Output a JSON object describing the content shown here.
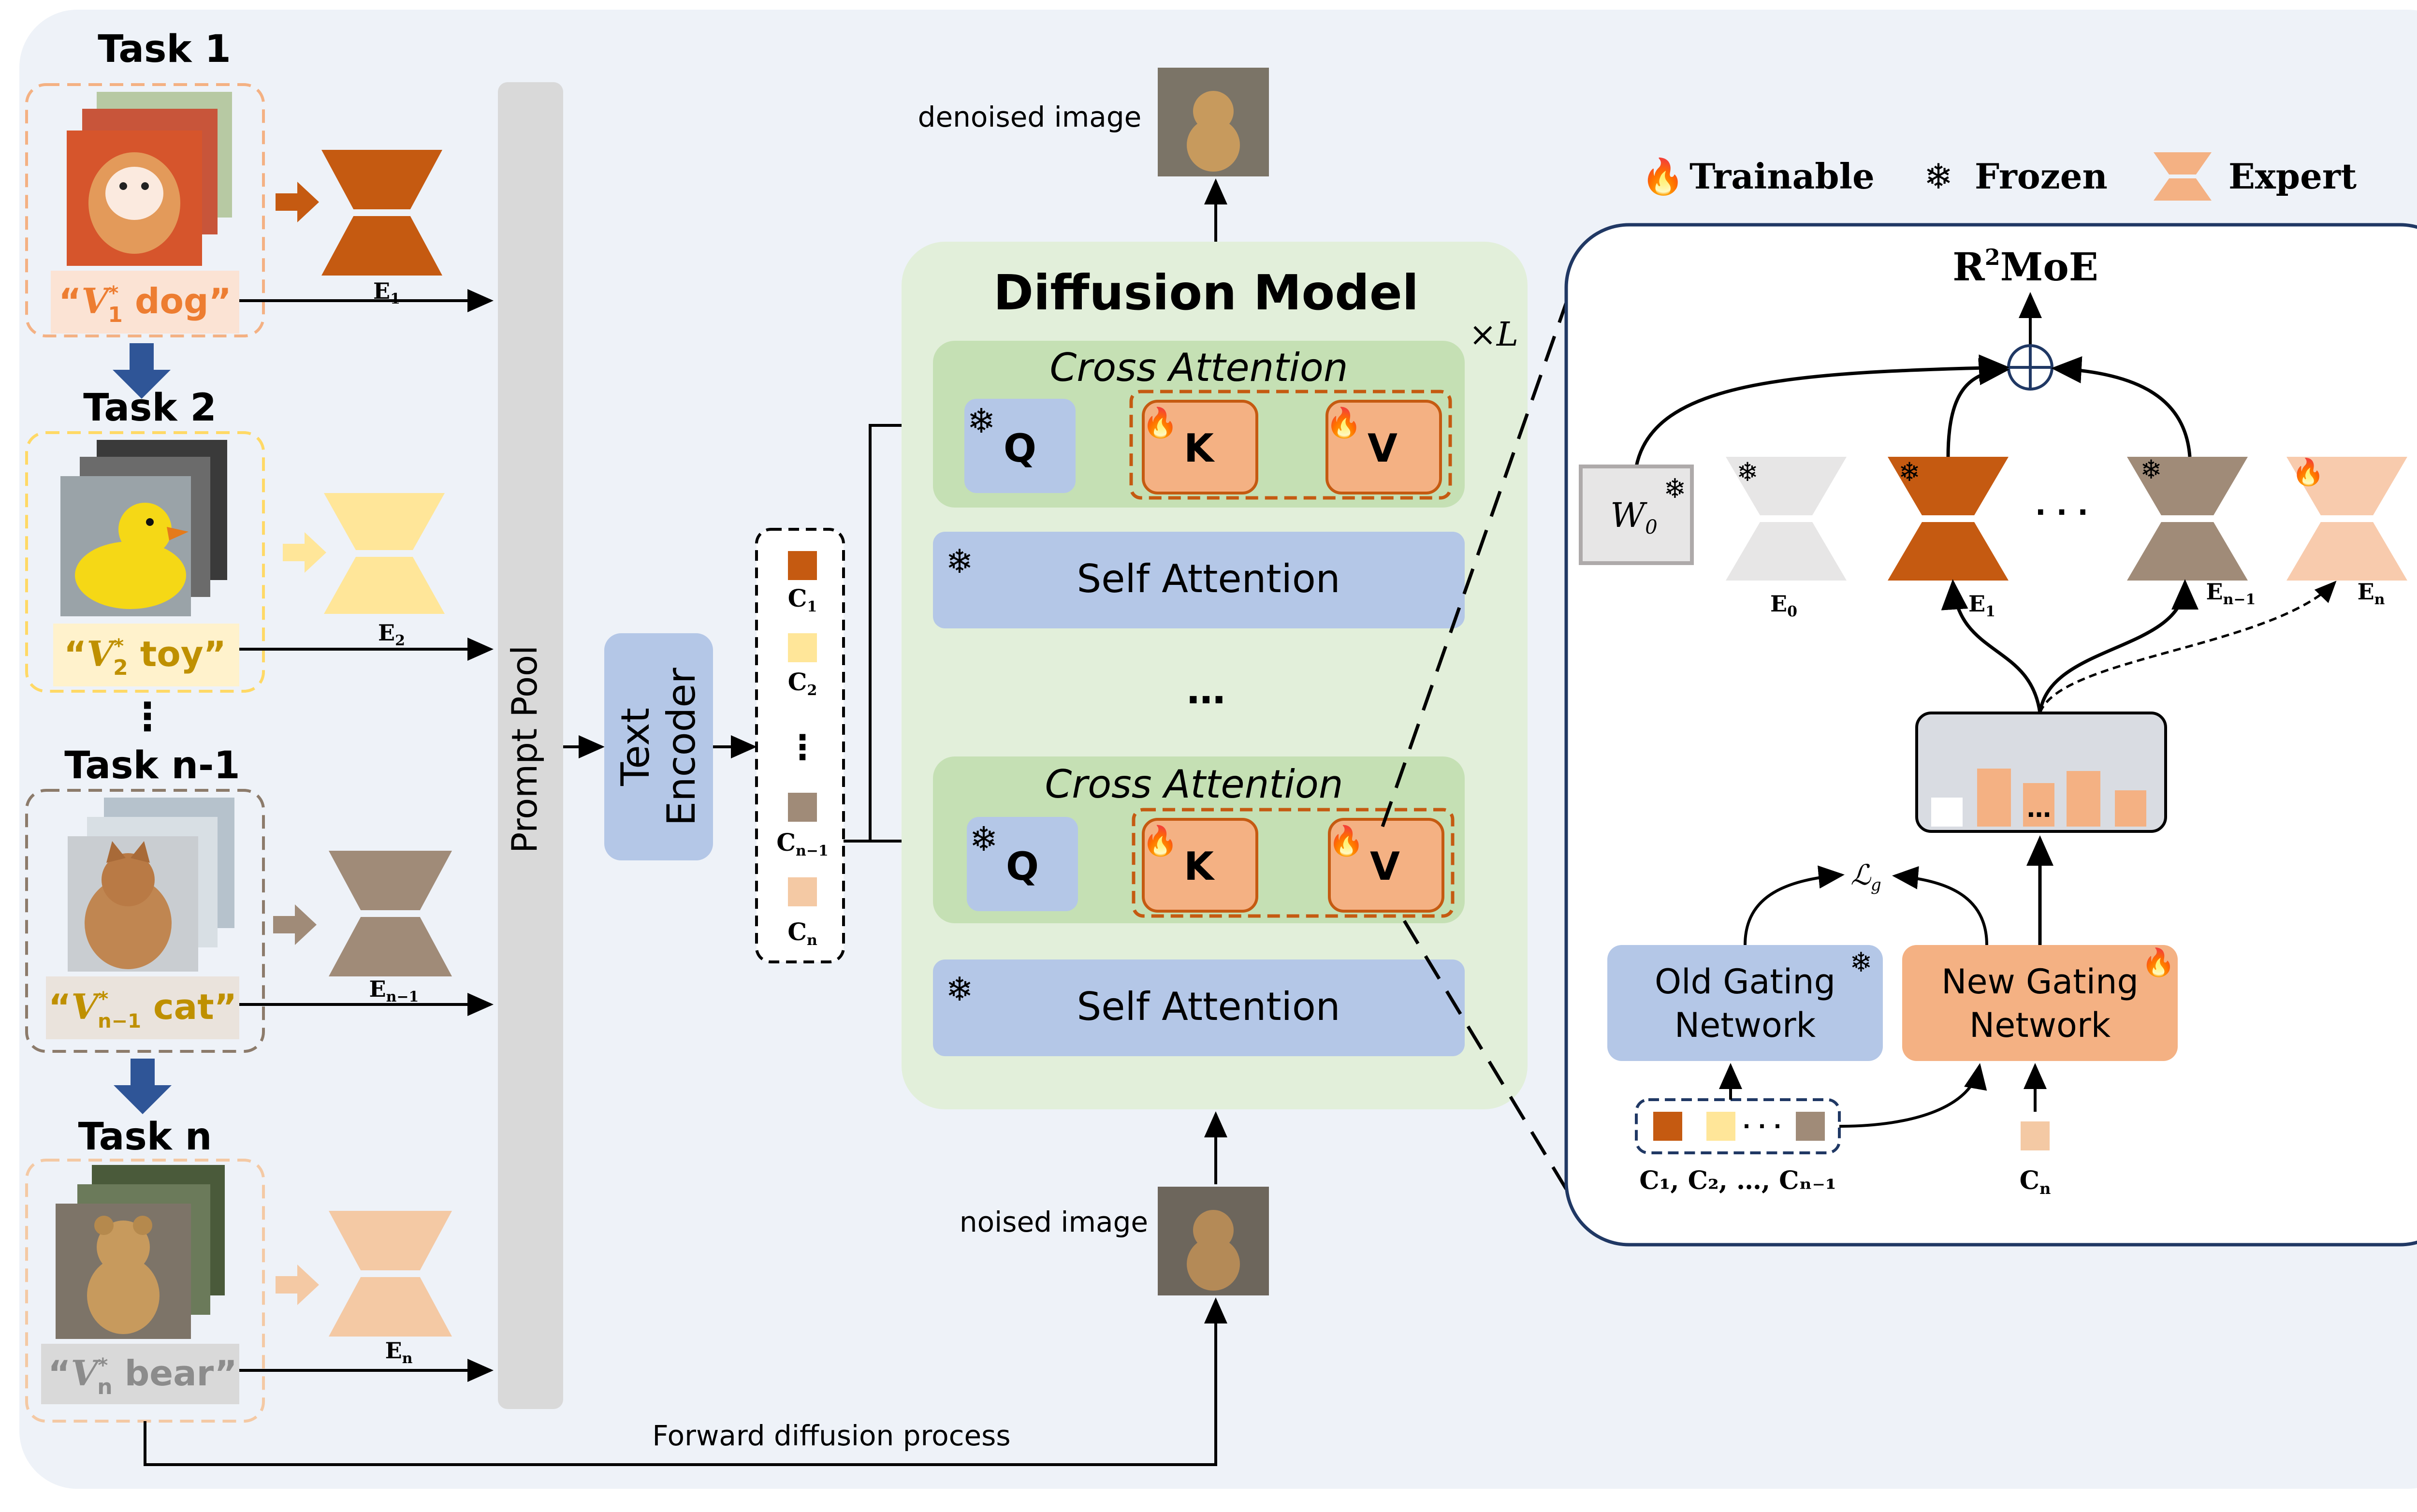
{
  "colors": {
    "background": "#eef2f8",
    "task1_accent": "#c55a11",
    "task2_accent": "#ffe699",
    "taskn1_accent": "#a08b78",
    "taskn_accent": "#f4c9a4",
    "diffusion_bg": "#e2efda",
    "cross_attention_bg": "#c5e0b4",
    "self_attention_bg": "#b4c7e7",
    "trainable_block": "#f4b183",
    "text_encoder": "#b4c7e7",
    "prompt_pool": "#d9d9d9",
    "gate_old": "#b4c7e7",
    "gate_new": "#f4b183"
  },
  "tasks": [
    {
      "title": "Task 1",
      "prompt_prefix": "“",
      "prompt_var": "V",
      "prompt_sub": "1",
      "prompt_sup": "*",
      "prompt_word": " dog”",
      "expert_label": "E",
      "expert_sub": "1",
      "image_icon": "dog-photo-icon"
    },
    {
      "title": "Task 2",
      "prompt_prefix": "“",
      "prompt_var": "V",
      "prompt_sub": "2",
      "prompt_sup": "*",
      "prompt_word": " toy”",
      "expert_label": "E",
      "expert_sub": "2",
      "image_icon": "rubber-duck-photo-icon"
    },
    {
      "title": "Task n-1",
      "prompt_prefix": "“",
      "prompt_var": "V",
      "prompt_sub": "n−1",
      "prompt_sup": "*",
      "prompt_word": " cat”",
      "expert_label": "E",
      "expert_sub": "n−1",
      "image_icon": "cat-photo-icon"
    },
    {
      "title": "Task n",
      "prompt_prefix": "“",
      "prompt_var": "V",
      "prompt_sub": "n",
      "prompt_sup": "*",
      "prompt_word": " bear”",
      "expert_label": "E",
      "expert_sub": "n",
      "image_icon": "teddy-bear-photo-icon"
    }
  ],
  "vertical_dots": "⋮",
  "prompt_pool": "Prompt Pool",
  "text_encoder": {
    "line1": "Text",
    "line2": "Encoder"
  },
  "conditions": [
    {
      "label": "C",
      "sub": "1"
    },
    {
      "label": "C",
      "sub": "2"
    },
    {
      "label": "⋮",
      "sub": ""
    },
    {
      "label": "C",
      "sub": "n−1"
    },
    {
      "label": "C",
      "sub": "n"
    }
  ],
  "denoised_image": "denoised image",
  "noised_image": "noised image",
  "forward_process": "Forward diffusion process",
  "diffusion": {
    "title": "Diffusion Model",
    "repeat": "×L",
    "cross_attention": "Cross Attention",
    "self_attention": "Self Attention",
    "q": "Q",
    "k": "K",
    "v": "V",
    "ellipsis": "…"
  },
  "legend": {
    "trainable": "Trainable",
    "frozen": "Frozen",
    "expert": "Expert",
    "icons": [
      "flame-icon",
      "snowflake-icon",
      "expert-hourglass-icon"
    ]
  },
  "moe": {
    "title_r": "R",
    "title_sup": "2",
    "title_rest": "MoE",
    "w0": "W",
    "w0_sub": "0",
    "e0": "E",
    "e0_sub": "0",
    "e1": "E",
    "e1_sub": "1",
    "en1": "E",
    "en1_sub": "n−1",
    "en": "E",
    "en_sub": "n",
    "dots": "· · ·",
    "bar_dots": "…",
    "loss": "ℒ",
    "loss_sub": "g",
    "old_gate_line1": "Old Gating",
    "old_gate_line2": "Network",
    "new_gate_line1": "New Gating",
    "new_gate_line2": "Network",
    "old_cond_label": "C₁, C₂, …, Cₙ₋₁",
    "old_cond_dots": "· · ·",
    "new_cond_label": "C",
    "new_cond_sub": "n"
  }
}
